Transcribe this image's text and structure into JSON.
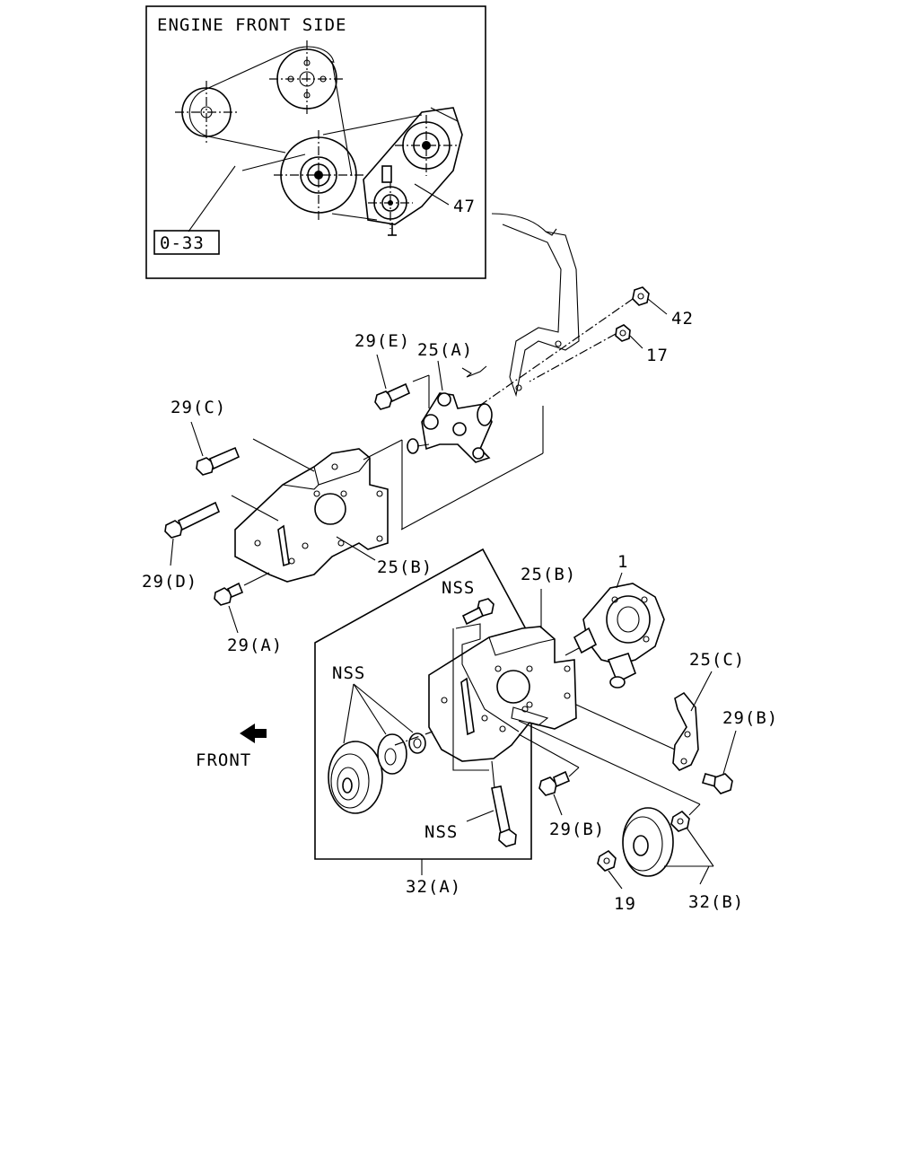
{
  "inset": {
    "title": "ENGINE FRONT SIDE",
    "ref_box": "0-33",
    "callout_47": "47"
  },
  "callouts": {
    "c42": "42",
    "c17": "17",
    "c29E": "29(E)",
    "c25A": "25(A)",
    "c29C": "29(C)",
    "c29D": "29(D)",
    "c25B_upper": "25(B)",
    "c29A": "29(A)",
    "c25B_lower": "25(B)",
    "c1": "1",
    "nss_top": "NSS",
    "nss_left": "NSS",
    "nss_bottom": "NSS",
    "c25C": "25(C)",
    "c29B_right": "29(B)",
    "c29B_center": "29(B)",
    "c32A": "32(A)",
    "c19": "19",
    "c32B": "32(B)"
  },
  "direction": {
    "front_label": "FRONT",
    "arrow_icon": "front-arrow-icon"
  }
}
